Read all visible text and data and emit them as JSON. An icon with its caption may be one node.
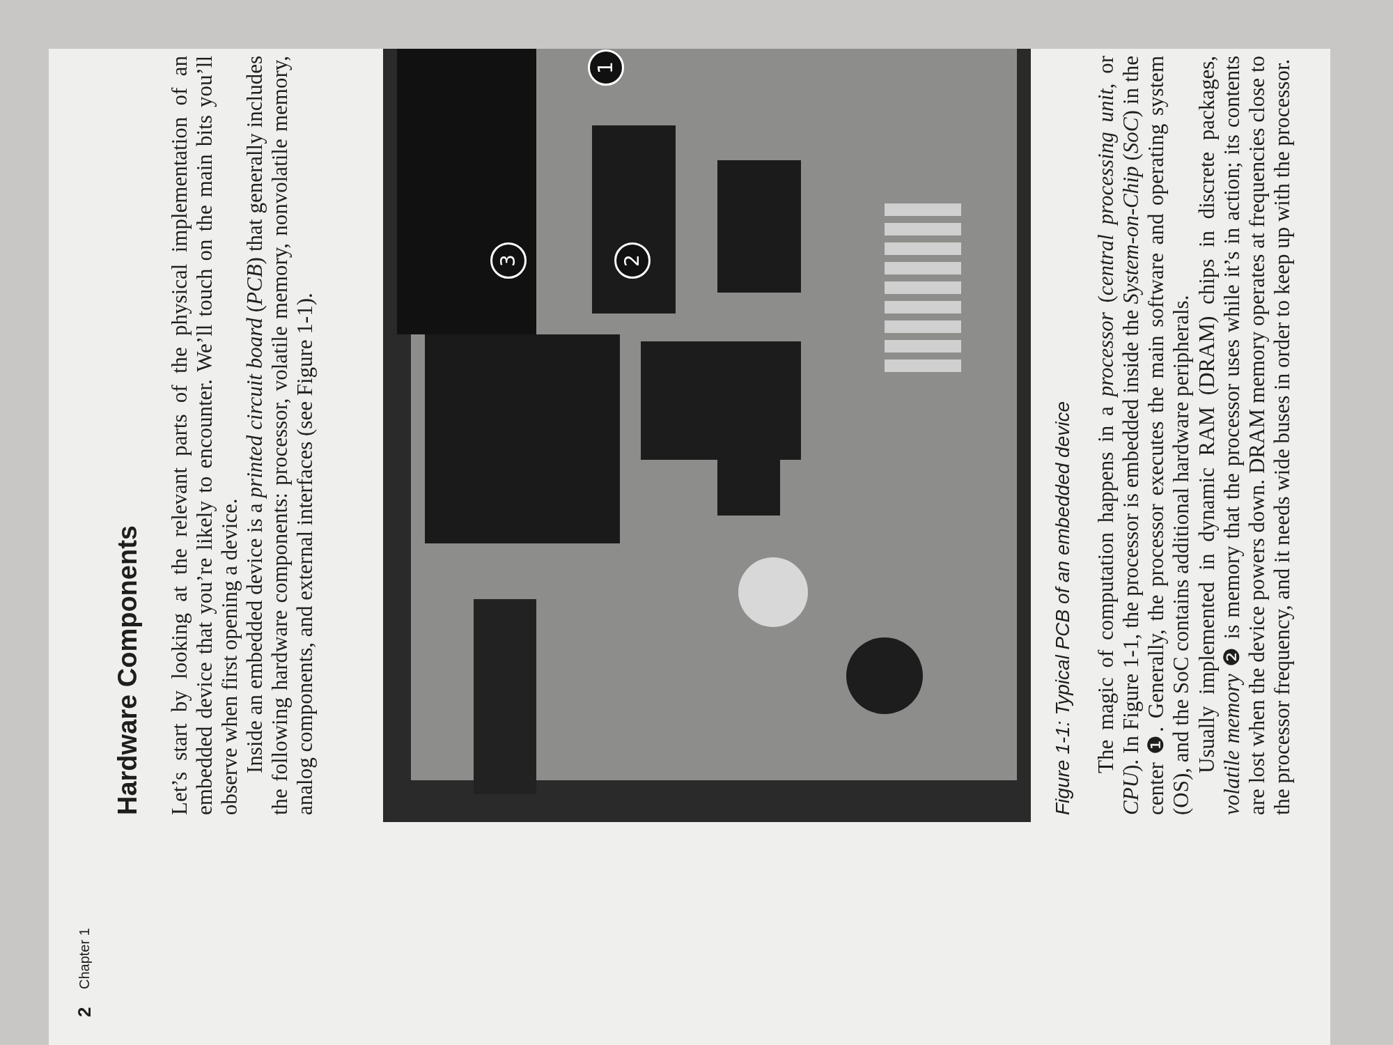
{
  "diagram": {
    "title": "Hardware Components",
    "caption": "Figure 1-1: Typical PCB of an embedded device",
    "labels": [
      "Let’s start by looking at the relevant parts of the physical implementation of an embedded device that you’re likely to encounter. We’ll touch on the main bits you’ll observe when first opening a device.",
      "Inside an embedded device is a *printed circuit board* (*PCB*) that generally includes the following hardware components: processor, volatile memory, nonvolatile memory, analog components, and external interfaces (see Figure 1-1).",
      "1",
      "3",
      "2",
      "The magic of computation happens in a *processor* (*central processing unit*, or *CPU*). In Figure 1-1, the processor is embedded inside the *System-on-Chip* (*SoC*) in the center ❶. Generally, the processor executes the main software and operating system (OS), and the SoC contains additional hardware peripherals.",
      "Usually implemented in dynamic RAM (DRAM) chips in discrete packages, *volatile memory* ❷ is memory that the processor uses while it’s in action; its contents are lost when the device powers down. DRAM memory operates at frequencies close to the processor frequency, and it needs wide buses in order to keep up with the processor.",
      "2",
      "Chapter 1"
    ]
  }
}
